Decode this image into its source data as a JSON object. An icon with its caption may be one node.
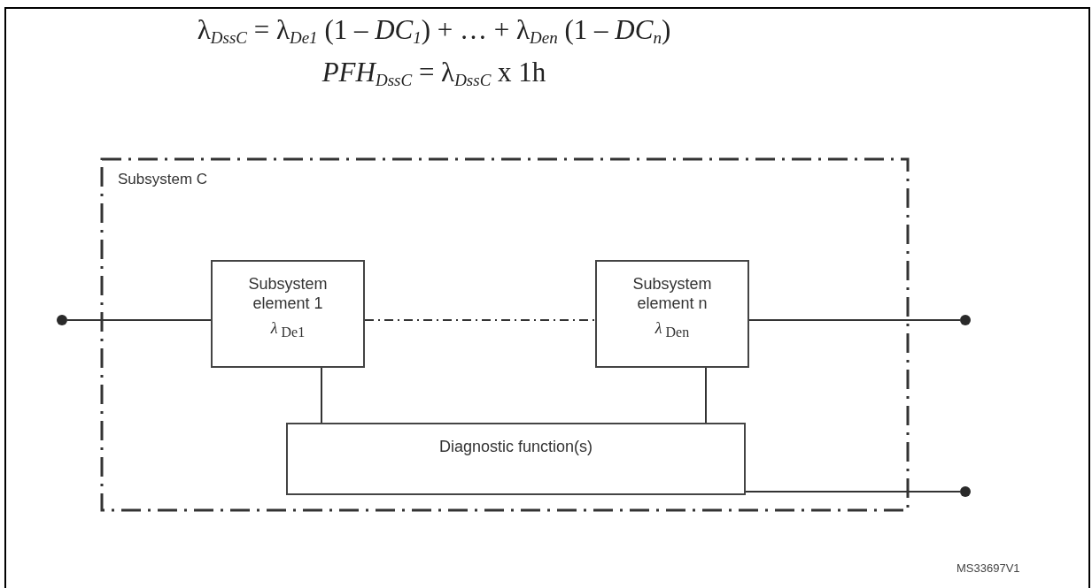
{
  "diagram": {
    "nodes": [
      {
        "text": [
          "Subsystem C"
        ]
      },
      {
        "text": [
          "Subsystem element 1",
          "λ$_{De1}$"
        ],
        "in": 0
      },
      {
        "text": [
          "Subsystem element n",
          "λ$_{Den}$"
        ],
        "in": 0
      },
      {
        "text": [
          "Diagnostic function(s)"
        ],
        "in": 0
      },
      {
        "text": [],
        "shape": "circle"
      },
      {
        "text": [],
        "shape": "circle"
      },
      {
        "text": [],
        "shape": "circle"
      }
    ],
    "edges": [
      {
        "from": 4,
        "to": 1,
        "arrow": "none"
      },
      {
        "from": 1,
        "to": 2,
        "arrow": "none",
        "style": "dashed"
      },
      {
        "from": 2,
        "to": 5,
        "arrow": "none"
      },
      {
        "from": 1,
        "to": 3,
        "arrow": "none"
      },
      {
        "from": 2,
        "to": 3,
        "arrow": "none"
      },
      {
        "from": 3,
        "to": 6,
        "arrow": "none"
      }
    ],
    "labels": [
      "λ$_{DssC}$ = λ$_{De1}$ (1 – *DC*$_{1}$) + … + λ$_{Den}$ (1 – *DC*$_{n}$)",
      "*PFH*$_{DssC}$ =  λ$_{DssC}$ x 1h",
      "MS33697V1"
    ]
  }
}
